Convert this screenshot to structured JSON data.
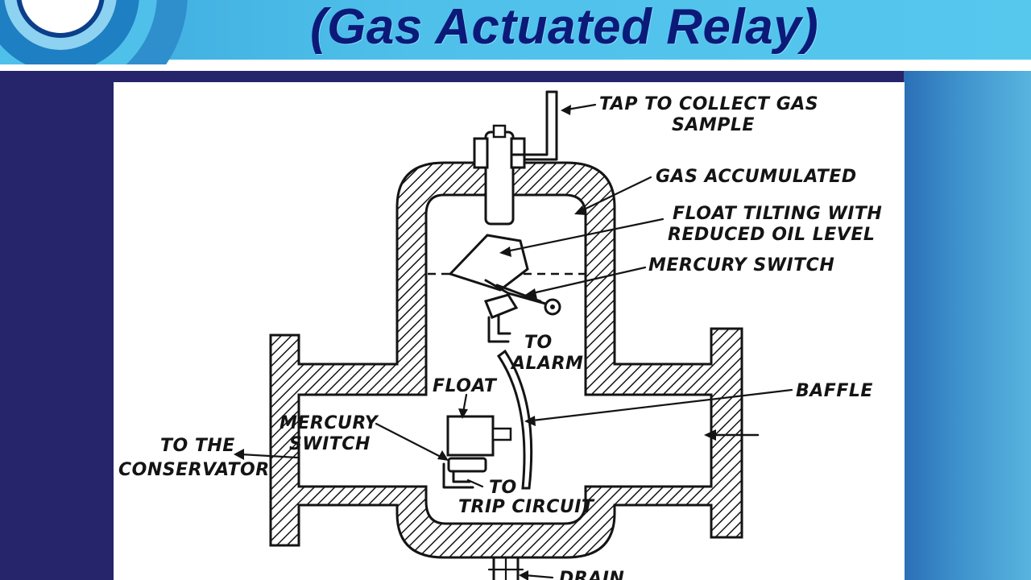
{
  "slide": {
    "title": "(Gas Actuated Relay)",
    "colors": {
      "title_text": "#0b1a78",
      "header_bar": "#4fc0ea",
      "slide_background": "#26246a",
      "side_band": "#3f93cd",
      "diagram_background": "#ffffff"
    }
  },
  "diagram": {
    "labels": {
      "tap_line1": "TAP TO COLLECT GAS",
      "tap_line2": "SAMPLE",
      "gas_accumulated": "GAS ACCUMULATED",
      "float_tilting_line1": "FLOAT TILTING WITH",
      "float_tilting_line2": "REDUCED OIL LEVEL",
      "mercury_switch_upper": "MERCURY SWITCH",
      "to_alarm_line1": "TO",
      "to_alarm_line2": "ALARM",
      "float": "FLOAT",
      "baffle": "BAFFLE",
      "mercury_switch_lower_line1": "MERCURY",
      "mercury_switch_lower_line2": "SWITCH",
      "conservator_line1": "TO THE",
      "conservator_line2": "CONSERVATOR",
      "to_trip_line1": "TO",
      "to_trip_line2": "TRIP CIRCUIT",
      "drain": "DRAIN"
    }
  }
}
